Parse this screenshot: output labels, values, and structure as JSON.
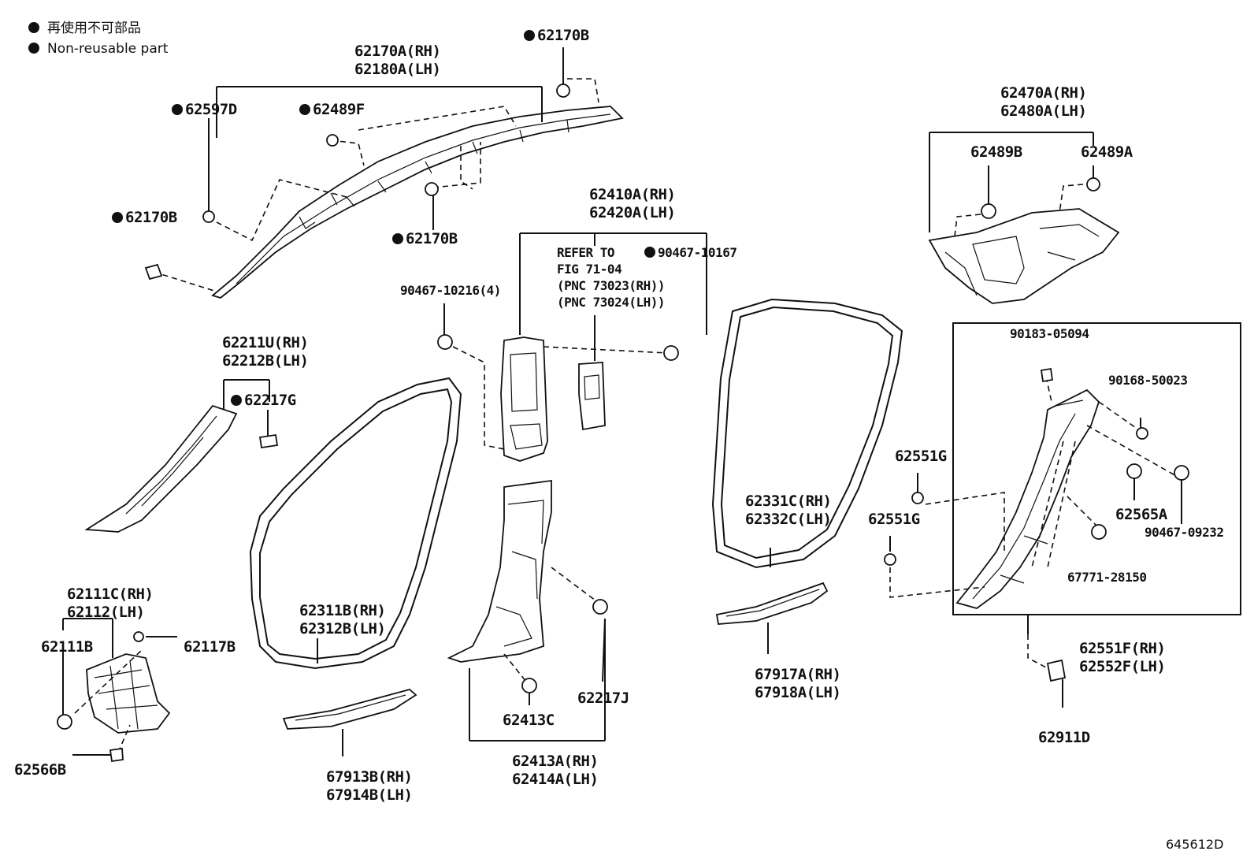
{
  "legend": {
    "line1": "再使用不可部品",
    "line2": "Non-reusable part"
  },
  "figure_number": "645612D",
  "labels": {
    "p62170B_a": "62170B",
    "p62170A": [
      "62170A(RH)",
      "62180A(LH)"
    ],
    "p62597D": "62597D",
    "p62489F": "62489F",
    "p62170B_b": "62170B",
    "p62170B_c": "62170B",
    "p62410A": [
      "62410A(RH)",
      "62420A(LH)"
    ],
    "refer": [
      "REFER TO",
      "FIG 71-04",
      "(PNC 73023(RH))",
      "(PNC 73024(LH))"
    ],
    "p90467_10167": "90467-10167",
    "p90467_10216": "90467-10216(4)",
    "p62470A": [
      "62470A(RH)",
      "62480A(LH)"
    ],
    "p62489B": "62489B",
    "p62489A": "62489A",
    "p62211U": [
      "62211U(RH)",
      "62212B(LH)"
    ],
    "p62217G": "62217G",
    "p90183_05094": "90183-05094",
    "p90168_50023": "90168-50023",
    "p62551G_a": "62551G",
    "p62551G_b": "62551G",
    "p62331C": [
      "62331C(RH)",
      "62332C(LH)"
    ],
    "p62565A": "62565A",
    "p90467_09232": "90467-09232",
    "p67771_28150": "67771-28150",
    "p62311B": [
      "62311B(RH)",
      "62312B(LH)"
    ],
    "p62111C": [
      "62111C(RH)",
      "62112(LH)"
    ],
    "p62111B": "62111B",
    "p62117B": "62117B",
    "p62566B": "62566B",
    "p62217J": "62217J",
    "p62413C": "62413C",
    "p62413A": [
      "62413A(RH)",
      "62414A(LH)"
    ],
    "p67913B": [
      "67913B(RH)",
      "67914B(LH)"
    ],
    "p67917A": [
      "67917A(RH)",
      "67918A(LH)"
    ],
    "p62551F": [
      "62551F(RH)",
      "62552F(LH)"
    ],
    "p62911D": "62911D"
  }
}
